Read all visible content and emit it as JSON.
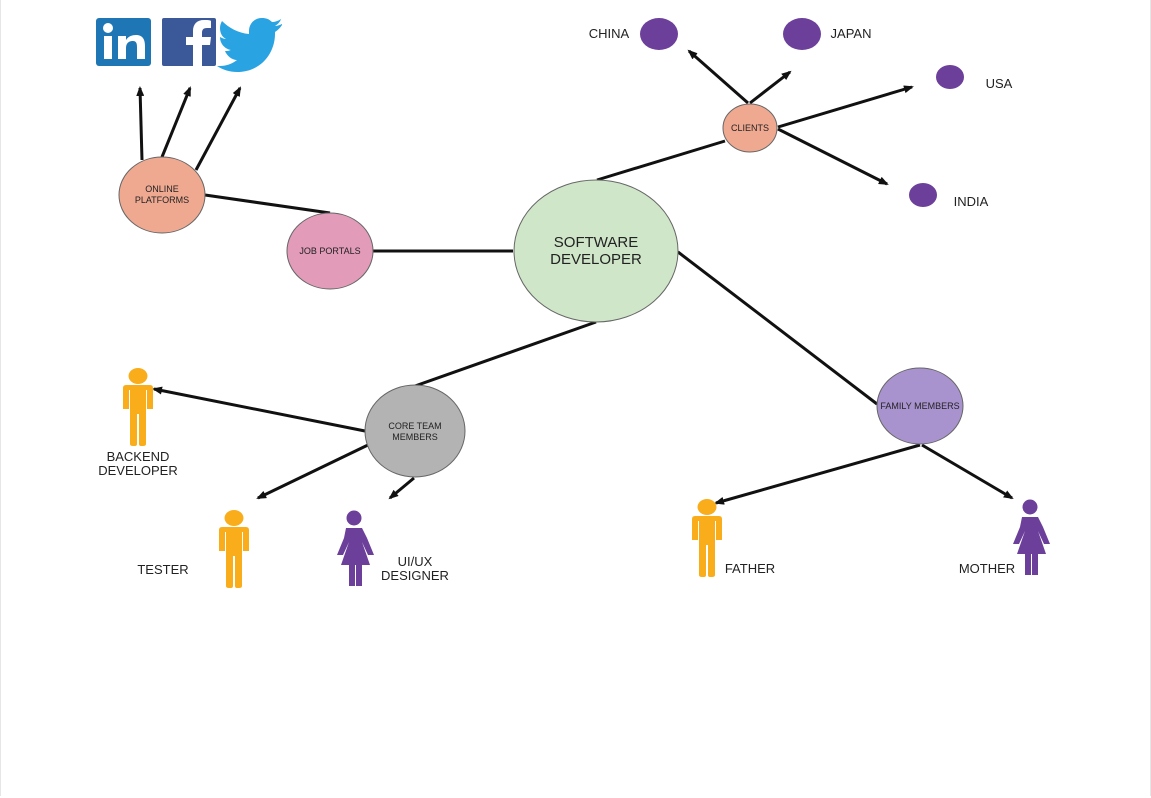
{
  "colors": {
    "center": "#cfe6c9",
    "salmon": "#f0a991",
    "pink": "#e29bb9",
    "gray": "#b3b3b3",
    "lavender": "#a993cf",
    "dot": "#6b3f9a",
    "person_orange": "#f9ad1b",
    "person_purple": "#6b3f9a",
    "linkedin": "#1f76b5",
    "facebook": "#3b5998",
    "twitter": "#2aa3e3"
  },
  "center": {
    "line1": "SOFTWARE",
    "line2": "DEVELOPER"
  },
  "nodes": {
    "online_platforms": {
      "line1": "ONLINE",
      "line2": "PLATFORMS"
    },
    "job_portals": {
      "line1": "JOB PORTALS"
    },
    "clients": {
      "line1": "CLIENTS"
    },
    "core_team": {
      "line1": "CORE TEAM",
      "line2": "MEMBERS"
    },
    "family": {
      "line1": "FAMILY MEMBERS"
    }
  },
  "countries": {
    "china": "CHINA",
    "japan": "JAPAN",
    "usa": "USA",
    "india": "INDIA"
  },
  "people": {
    "backend": {
      "line1": "BACKEND",
      "line2": "DEVELOPER"
    },
    "tester": "TESTER",
    "designer": {
      "line1": "UI/UX",
      "line2": "DESIGNER"
    },
    "father": "FATHER",
    "mother": "MOTHER"
  },
  "social_icons": [
    "linkedin-icon",
    "facebook-icon",
    "twitter-icon"
  ]
}
